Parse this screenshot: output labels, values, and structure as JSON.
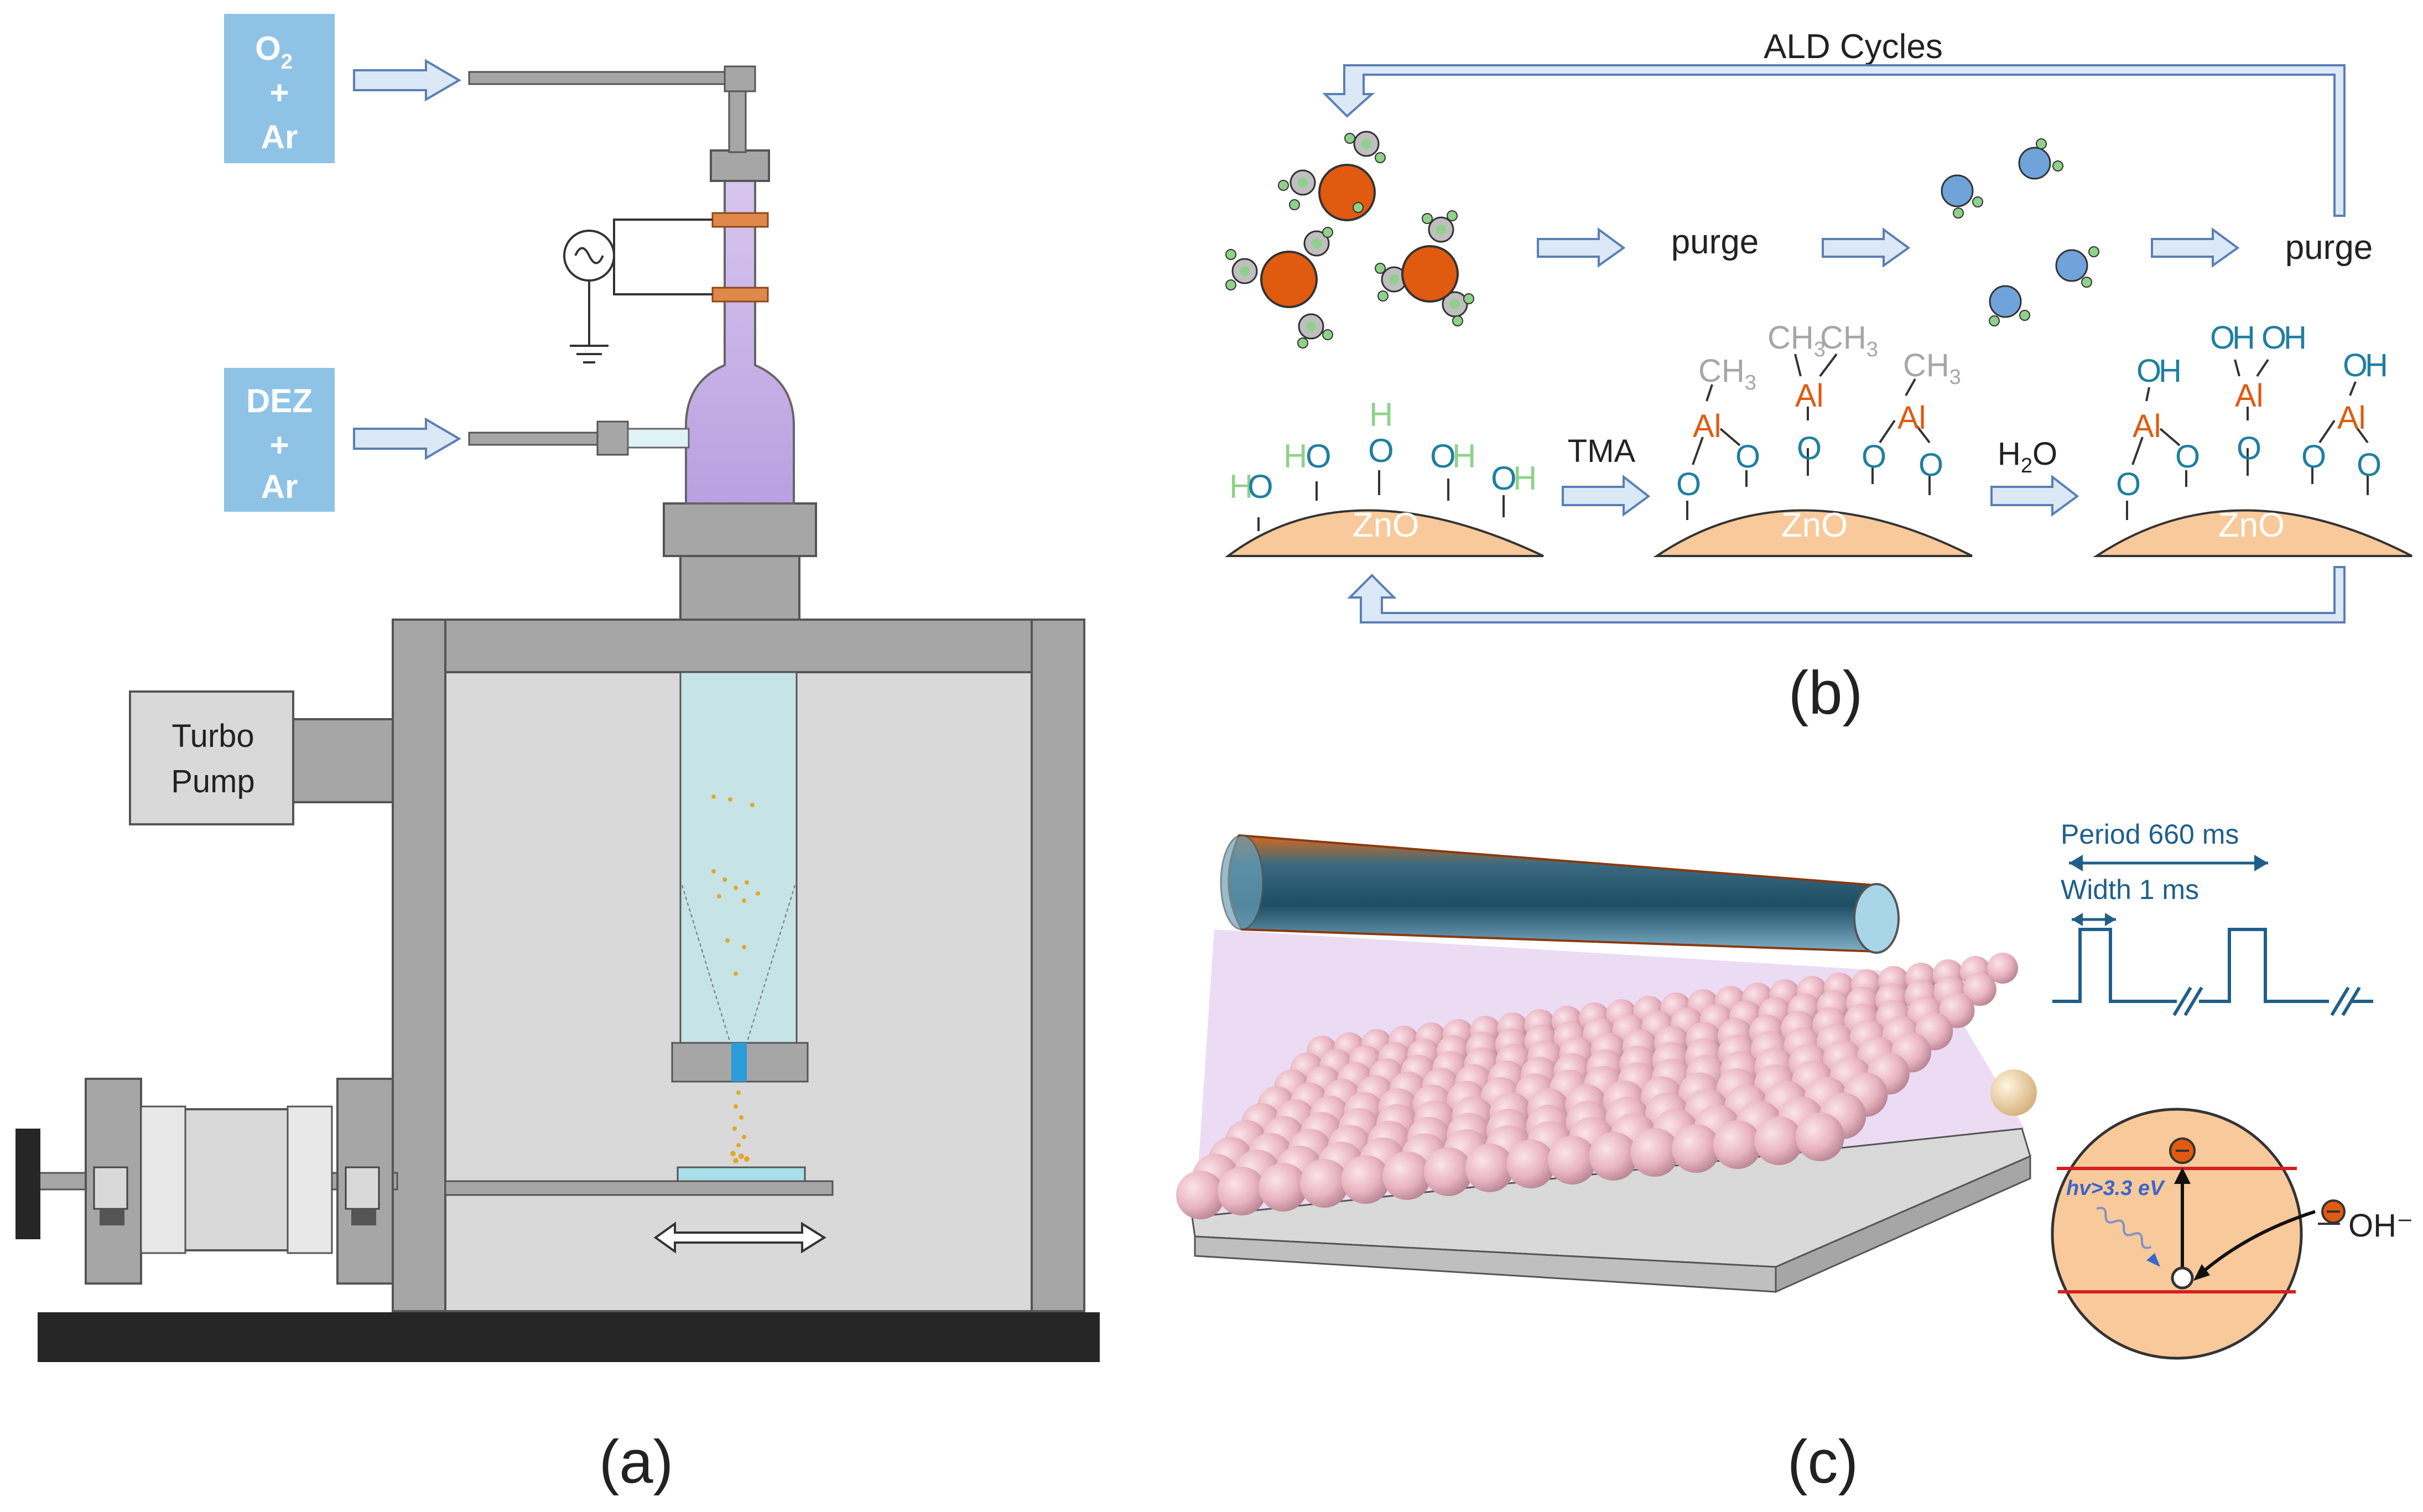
{
  "panel_a": {
    "caption": "(a)",
    "gas_top": [
      "O",
      "+",
      "Ar"
    ],
    "gas_top_sub": "2",
    "gas_bottom": [
      "DEZ",
      "+",
      "Ar"
    ],
    "pump": [
      "Turbo",
      "Pump"
    ]
  },
  "panel_b": {
    "caption": "(b)",
    "cycle_label": "ALD Cycles",
    "purge": "purge",
    "tma": "TMA",
    "water_main": "H",
    "water_sub": "2",
    "water_end": "O",
    "surface": "ZnO",
    "oh": "O",
    "h": "H",
    "al": "Al",
    "ch": "CH",
    "ch_sub": "3"
  },
  "panel_c": {
    "caption": "(c)",
    "period": "Period  660 ms",
    "width": "Width 1 ms",
    "photon": "hv>3.3 eV",
    "oh_minus": "OH⁻"
  },
  "colors": {
    "gas_box": "#8ec3e6",
    "arrow_fill": "#dbe8f6",
    "arrow_stroke": "#5a7fb4",
    "chamber": "#d9d9d9",
    "frame": "#a6a6a6",
    "plasma": "#c9b3e6",
    "precursor": "#e05a10",
    "hydroxyl_o": "#1f7fa0",
    "hydrogen": "#8fd18a",
    "aluminum": "#e05a10",
    "zno": "#f8c99a",
    "pulse": "#1f5f8a"
  }
}
